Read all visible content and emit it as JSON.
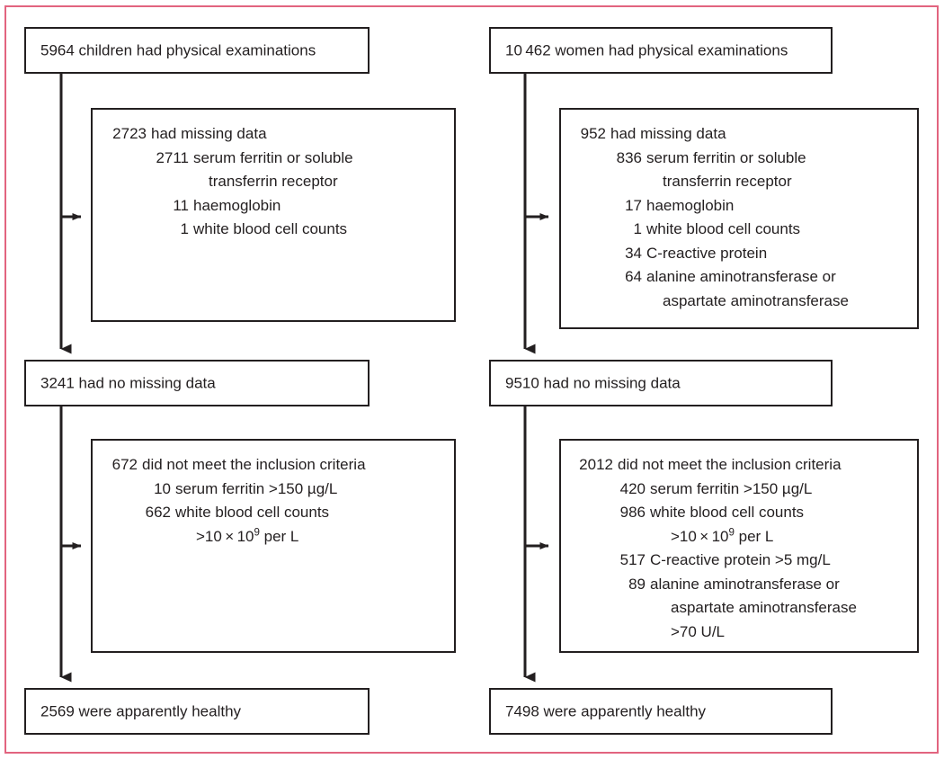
{
  "figure": {
    "border_color": "#e2647f",
    "line_color": "#231f20",
    "type": "flowchart",
    "columns": [
      "children",
      "women"
    ]
  },
  "children": {
    "enrolled": "5964 children had physical examinations",
    "missing": {
      "header_num": "2723",
      "header_label": "had missing data",
      "items": [
        {
          "num": "2711",
          "label": "serum ferritin or soluble"
        },
        {
          "num": "",
          "label": "transferrin receptor"
        },
        {
          "num": "11",
          "label": "haemoglobin"
        },
        {
          "num": "1",
          "label": "white blood cell counts"
        }
      ]
    },
    "no_missing": "3241 had no missing data",
    "excluded": {
      "header_num": "672",
      "header_label": "did not meet the inclusion criteria",
      "items": [
        {
          "num": "10",
          "label": "serum ferritin >150 µg/L"
        },
        {
          "num": "662",
          "label": "white blood cell counts"
        },
        {
          "num": "",
          "label": ">10 × 10⁹ per L"
        }
      ]
    },
    "final": "2569 were apparently healthy"
  },
  "women": {
    "enrolled": "10 462 women had physical examinations",
    "missing": {
      "header_num": "952",
      "header_label": "had missing data",
      "items": [
        {
          "num": "836",
          "label": "serum ferritin or soluble"
        },
        {
          "num": "",
          "label": "transferrin receptor"
        },
        {
          "num": "17",
          "label": "haemoglobin"
        },
        {
          "num": "1",
          "label": "white blood cell counts"
        },
        {
          "num": "34",
          "label": "C-reactive protein"
        },
        {
          "num": "64",
          "label": "alanine aminotransferase or"
        },
        {
          "num": "",
          "label": "aspartate aminotransferase"
        }
      ]
    },
    "no_missing": "9510 had no missing data",
    "excluded": {
      "header_num": "2012",
      "header_label": "did not meet the inclusion criteria",
      "items": [
        {
          "num": "420",
          "label": "serum ferritin >150 µg/L"
        },
        {
          "num": "986",
          "label": "white blood cell counts"
        },
        {
          "num": "",
          "label": ">10 × 10⁹ per L"
        },
        {
          "num": "517",
          "label": "C-reactive protein >5 mg/L"
        },
        {
          "num": "89",
          "label": "alanine aminotransferase or"
        },
        {
          "num": "",
          "label": "aspartate aminotransferase"
        },
        {
          "num": "",
          "label": ">70 U/L"
        }
      ]
    },
    "final": "7498 were apparently healthy"
  }
}
